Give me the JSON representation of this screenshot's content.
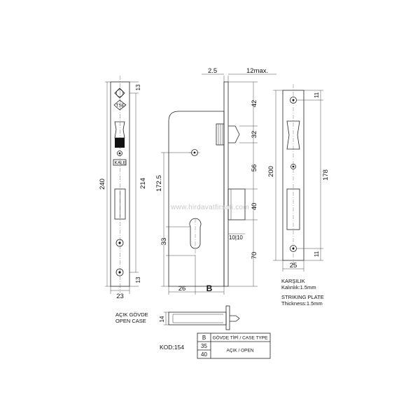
{
  "dimensions": {
    "faceplate": {
      "total_height": "240",
      "keyhole_spacing": "214",
      "width": "23",
      "top_offset": "13",
      "bottom_offset": "13"
    },
    "side": {
      "plate_offset": "2.5",
      "bolt_projection": "12max.",
      "top": "42",
      "latch": "32",
      "middle": "56",
      "spindle": "40",
      "bottom": "70",
      "center": "172.5",
      "cylinder": "33",
      "backset_left": "26",
      "backset": "B",
      "cylinder_pin": "10|10"
    },
    "strike": {
      "height": "200",
      "spacing": "178",
      "top": "11",
      "bottom": "11",
      "width": "25"
    },
    "open_case_thickness": "14"
  },
  "labels": {
    "acik_govde": "AÇIK GÖVDE",
    "open_case": "OPEN CASE",
    "karsilik": "KARŞILIK",
    "kalinlik": "Kalınlık:1.5mm",
    "striking_plate": "STRIKING PLATE",
    "thickness": "Thickness:1.5mm",
    "kod": "KOD:154",
    "badge_tse": "TSE",
    "badge_kale": "KALE"
  },
  "table": {
    "headers": [
      "B",
      "GÖVDE TİPİ / CASE TYPE"
    ],
    "rows": [
      [
        "35",
        "AÇIK / OPEN"
      ],
      [
        "40",
        ""
      ]
    ]
  },
  "watermark": "www.hirdavatfirsati.com"
}
